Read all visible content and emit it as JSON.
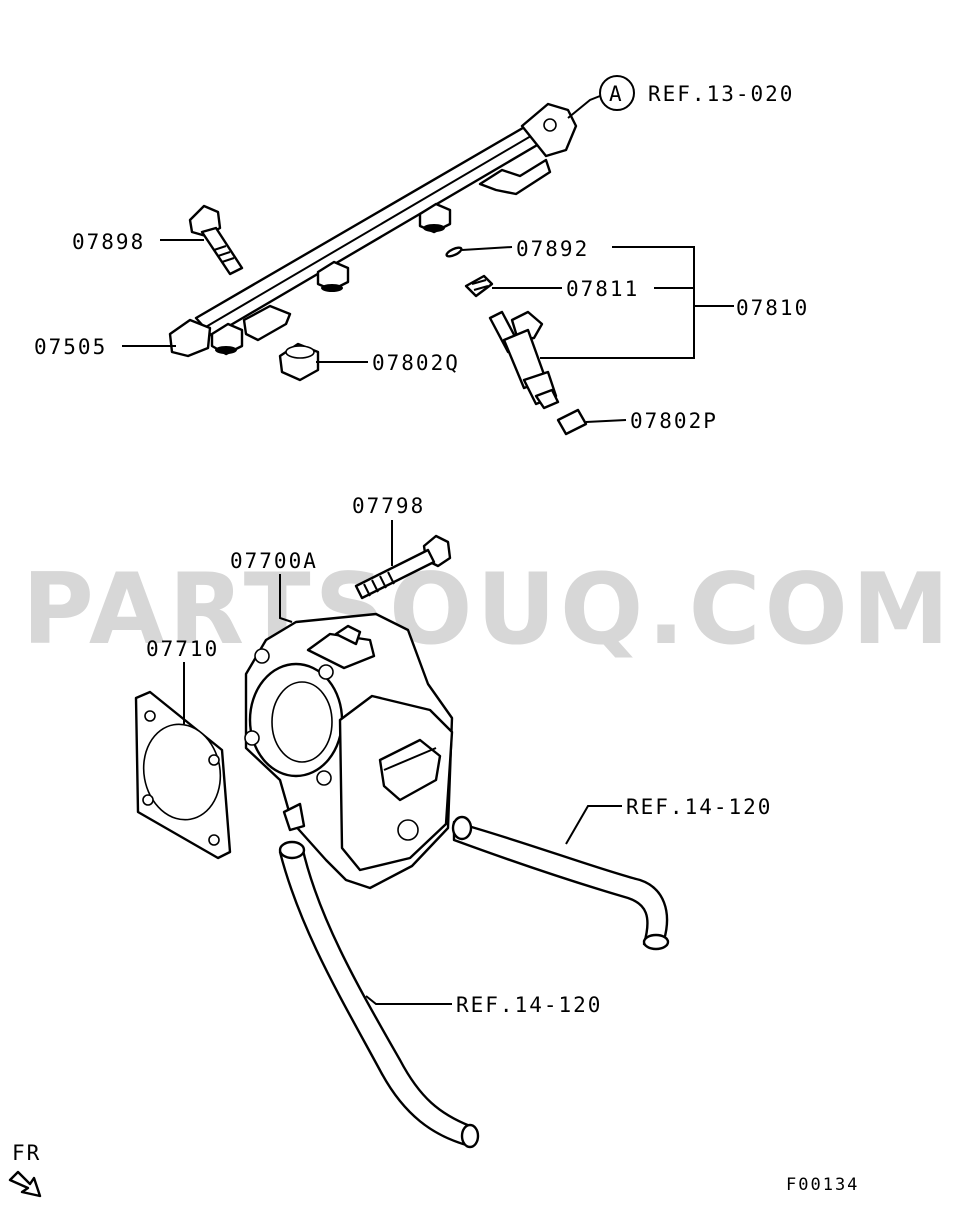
{
  "watermark": "PARTSOUQ.COM",
  "labels": {
    "ref_13_020": "REF.13-020",
    "circle_a": "A",
    "p07898": "07898",
    "p07505": "07505",
    "p07802q": "07802Q",
    "p07892": "07892",
    "p07811": "07811",
    "p07810": "07810",
    "p07802p": "07802P",
    "p07798": "07798",
    "p07700a": "07700A",
    "p07710": "07710",
    "ref_14_120_a": "REF.14-120",
    "ref_14_120_b": "REF.14-120",
    "fr": "FR",
    "figure_code": "F00134"
  }
}
